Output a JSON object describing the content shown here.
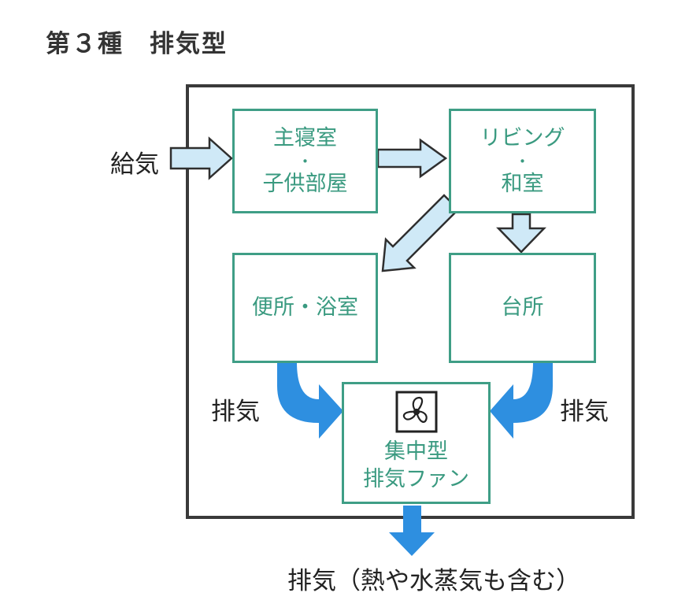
{
  "title": "第３種　排気型",
  "supply_label": "給気",
  "rooms": {
    "bedroom": {
      "line1": "主寝室",
      "dot": "・",
      "line2": "子供部屋"
    },
    "living": {
      "line1": "リビング",
      "dot": "・",
      "line2": "和室"
    },
    "bathroom": {
      "line1": "便所・浴室"
    },
    "kitchen": {
      "line1": "台所"
    },
    "fan": {
      "line1": "集中型",
      "line2": "排気ファン"
    }
  },
  "exhaust_left": "排気",
  "exhaust_right": "排気",
  "exhaust_bottom": "排気（熱や水蒸気も含む）",
  "colors": {
    "room_border": "#3f9e86",
    "room_text": "#3a9a80",
    "supply_arrow_fill": "#cfe9f7",
    "exhaust_arrow_fill": "#2e8fe0",
    "house_border": "#3a3a3a"
  },
  "icons": {
    "fan": "fan-icon"
  }
}
